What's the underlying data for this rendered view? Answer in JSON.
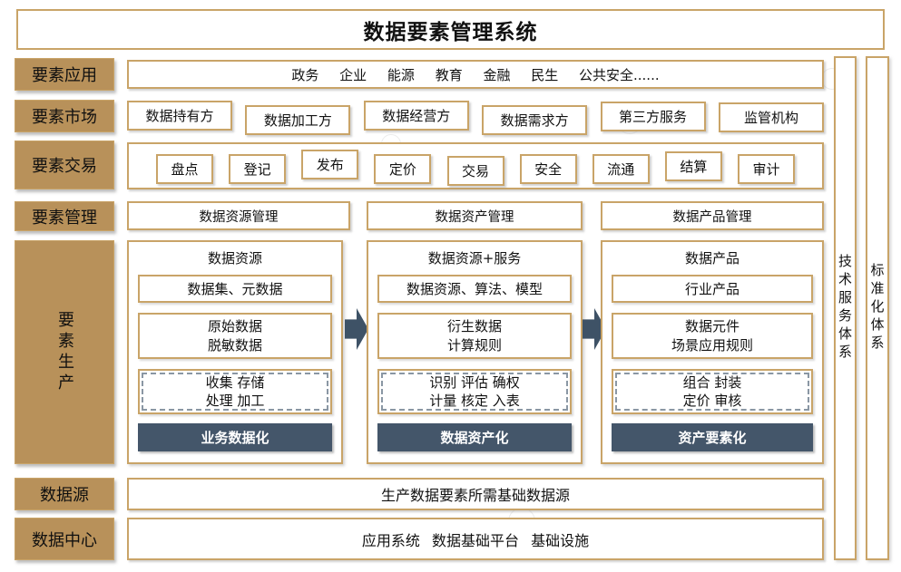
{
  "title": "数据要素管理系统",
  "rows": {
    "application": {
      "label": "要素应用",
      "content": "政务 企业 能源 教育 金融 民生 公共安全......"
    },
    "market": {
      "label": "要素市场",
      "items": [
        "数据持有方",
        "数据加工方",
        "数据经营方",
        "数据需求方",
        "第三方服务",
        "监管机构"
      ]
    },
    "trade": {
      "label": "要素交易",
      "items": [
        "盘点",
        "登记",
        "发布",
        "定价",
        "交易",
        "安全",
        "流通",
        "结算",
        "审计"
      ]
    },
    "management": {
      "label": "要素管理",
      "items": [
        "数据资源管理",
        "数据资产管理",
        "数据产品管理"
      ]
    },
    "production": {
      "label": "要素生产",
      "columns": [
        {
          "header": "数据资源",
          "box1": "数据集、元数据",
          "box2": "原始数据\n脱敏数据",
          "box3": "收集 存储\n处理 加工",
          "footer": "业务数据化"
        },
        {
          "header": "数据资源+服务",
          "box1": "数据资源、算法、模型",
          "box2": "衍生数据\n计算规则",
          "box3": "识别 评估 确权\n计量 核定 入表",
          "footer": "数据资产化"
        },
        {
          "header": "数据产品",
          "box1": "行业产品",
          "box2": "数据元件\n场景应用规则",
          "box3": "组合 封装\n定价 审核",
          "footer": "资产要素化"
        }
      ]
    },
    "datasource": {
      "label": "数据源",
      "content": "生产数据要素所需基础数据源"
    },
    "datacenter": {
      "label": "数据中心",
      "content": "应用系统 数据基础平台 基础设施"
    }
  },
  "side_bars": {
    "tech_service": "技术服务体系",
    "standardization": "标准化体系"
  },
  "colors": {
    "accent_tan_border": "#C9A468",
    "accent_tan_fill": "#B8915A",
    "dark_slate": "#44566A",
    "dashed_gray": "#8A97A4"
  }
}
